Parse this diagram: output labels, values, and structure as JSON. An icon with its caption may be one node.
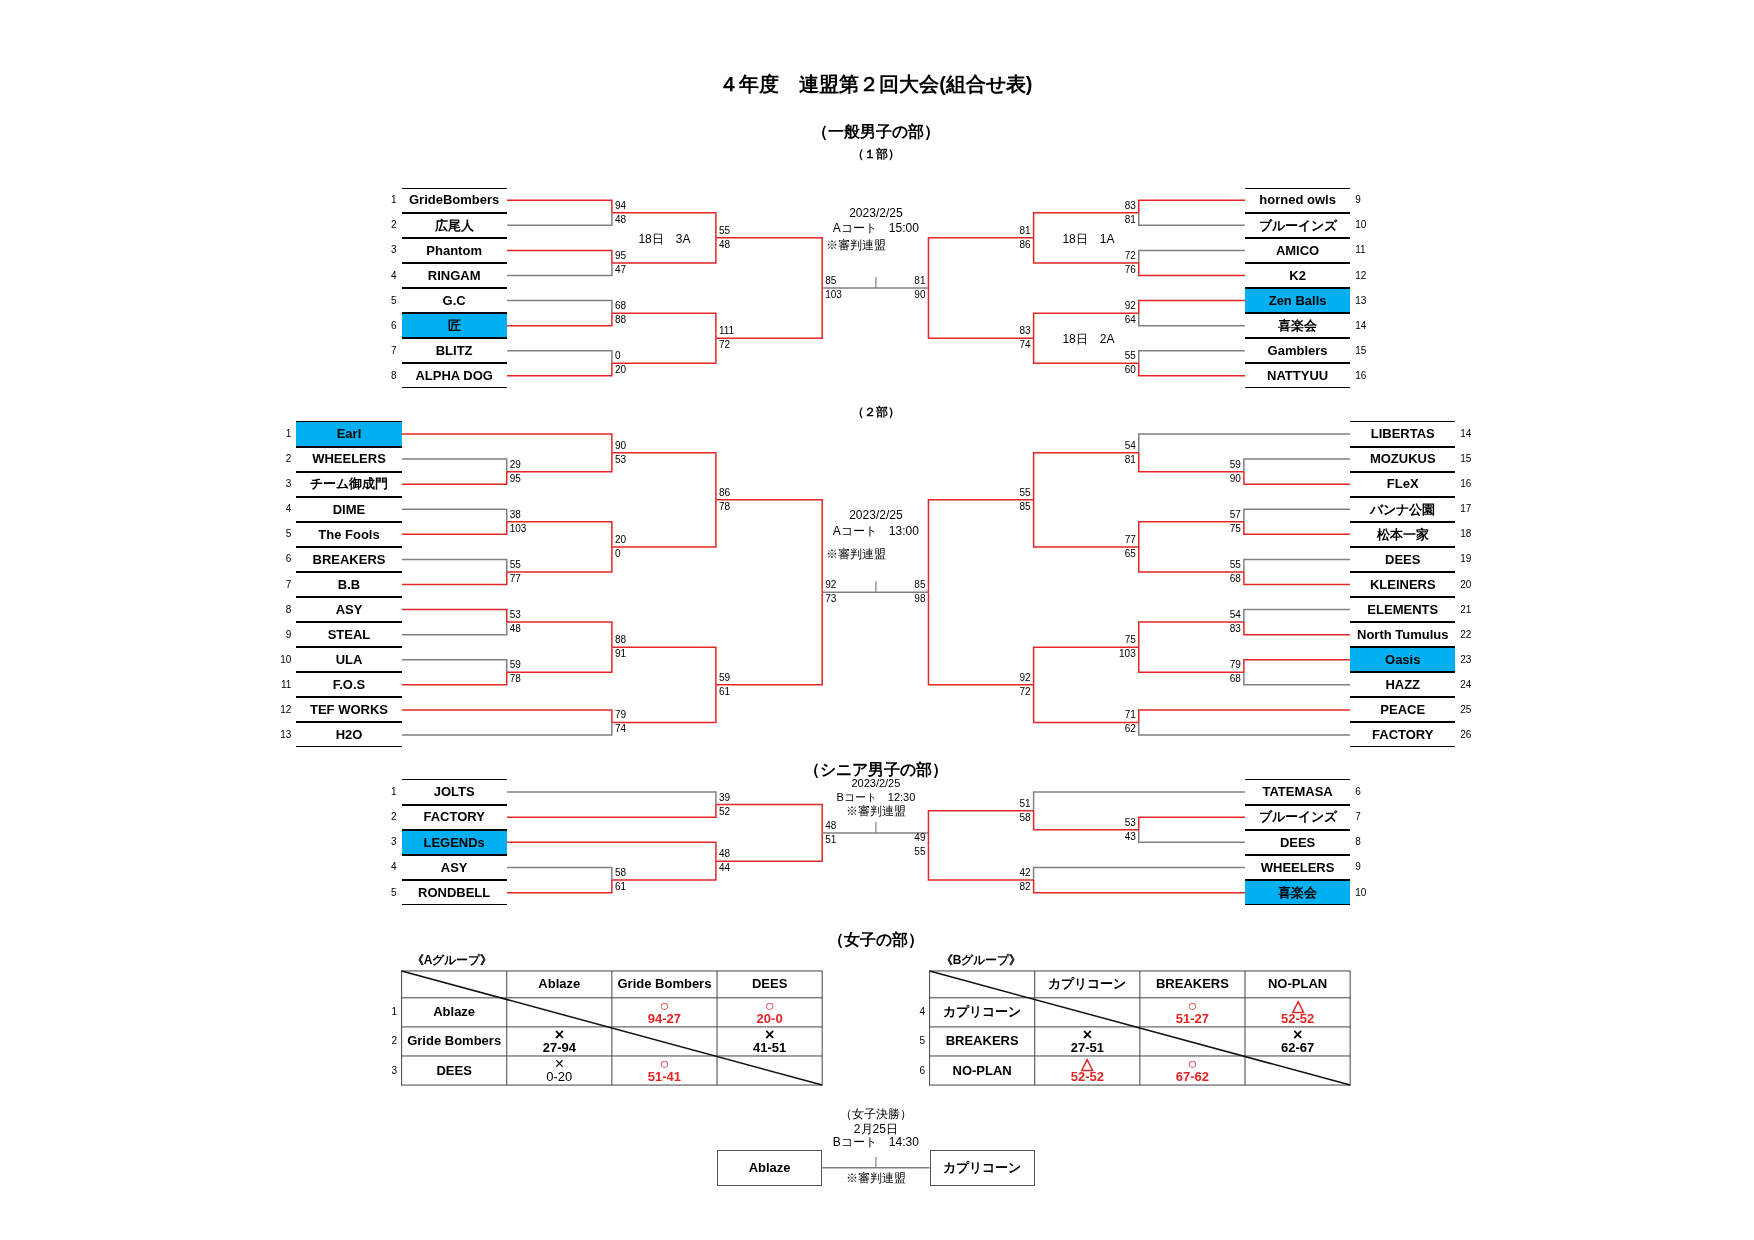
{
  "diagram": {
    "title": "４年度　連盟第２回大会(組合せ表)",
    "nodes": [
      {
        "text": [
          "GrideBombers"
        ],
        "beside": [
          "1"
        ]
      },
      {
        "text": [
          "広尾人"
        ],
        "beside": [
          "2"
        ]
      },
      {
        "text": [
          "Phantom"
        ],
        "beside": [
          "3"
        ]
      },
      {
        "text": [
          "RINGAM"
        ],
        "beside": [
          "4"
        ]
      },
      {
        "text": [
          "G.C"
        ],
        "beside": [
          "5"
        ]
      },
      {
        "text": [
          "匠"
        ],
        "beside": [
          "6"
        ]
      },
      {
        "text": [
          "BLITZ"
        ],
        "beside": [
          "7"
        ]
      },
      {
        "text": [
          "ALPHA DOG"
        ],
        "beside": [
          "8"
        ]
      },
      {
        "text": [
          "horned owls"
        ],
        "beside": [
          "9"
        ]
      },
      {
        "text": [
          "ブルーインズ"
        ],
        "beside": [
          "10"
        ]
      },
      {
        "text": [
          "AMICO"
        ],
        "beside": [
          "11"
        ]
      },
      {
        "text": [
          "K2"
        ],
        "beside": [
          "12"
        ]
      },
      {
        "text": [
          "Zen Balls"
        ],
        "beside": [
          "13"
        ]
      },
      {
        "text": [
          "喜楽会"
        ],
        "beside": [
          "14"
        ]
      },
      {
        "text": [
          "Gamblers"
        ],
        "beside": [
          "15"
        ]
      },
      {
        "text": [
          "NATTYUU"
        ],
        "beside": [
          "16"
        ]
      },
      {
        "text": [
          "94",
          "48"
        ]
      },
      {
        "text": [
          "95",
          "47"
        ]
      },
      {
        "text": [
          "68",
          "88"
        ]
      },
      {
        "text": [
          "0",
          "20"
        ]
      },
      {
        "text": [
          "55",
          "48"
        ]
      },
      {
        "text": [
          "111",
          "72"
        ]
      },
      {
        "text": [
          "85",
          "103"
        ]
      },
      {
        "text": [
          "83",
          "81"
        ]
      },
      {
        "text": [
          "72",
          "76"
        ]
      },
      {
        "text": [
          "92",
          "64"
        ]
      },
      {
        "text": [
          "55",
          "60"
        ]
      },
      {
        "text": [
          "81",
          "86"
        ]
      },
      {
        "text": [
          "83",
          "74"
        ]
      },
      {
        "text": [
          "81",
          "90"
        ]
      },
      {
        "text": [
          "Earl"
        ],
        "beside": [
          "1"
        ]
      },
      {
        "text": [
          "WHEELERS"
        ],
        "beside": [
          "2"
        ]
      },
      {
        "text": [
          "チーム御成門"
        ],
        "beside": [
          "3"
        ]
      },
      {
        "text": [
          "DIME"
        ],
        "beside": [
          "4"
        ]
      },
      {
        "text": [
          "The Fools"
        ],
        "beside": [
          "5"
        ]
      },
      {
        "text": [
          "BREAKERS"
        ],
        "beside": [
          "6"
        ]
      },
      {
        "text": [
          "B.B"
        ],
        "beside": [
          "7"
        ]
      },
      {
        "text": [
          "ASY"
        ],
        "beside": [
          "8"
        ]
      },
      {
        "text": [
          "STEAL"
        ],
        "beside": [
          "9"
        ]
      },
      {
        "text": [
          "ULA"
        ],
        "beside": [
          "10"
        ]
      },
      {
        "text": [
          "F.O.S"
        ],
        "beside": [
          "11"
        ]
      },
      {
        "text": [
          "TEF WORKS"
        ],
        "beside": [
          "12"
        ]
      },
      {
        "text": [
          "H2O"
        ],
        "beside": [
          "13"
        ]
      },
      {
        "text": [
          "LIBERTAS"
        ],
        "beside": [
          "14"
        ]
      },
      {
        "text": [
          "MOZUKUS"
        ],
        "beside": [
          "15"
        ]
      },
      {
        "text": [
          "FLeX"
        ],
        "beside": [
          "16"
        ]
      },
      {
        "text": [
          "バンナ公園"
        ],
        "beside": [
          "17"
        ]
      },
      {
        "text": [
          "松本一家"
        ],
        "beside": [
          "18"
        ]
      },
      {
        "text": [
          "DEES"
        ],
        "beside": [
          "19"
        ]
      },
      {
        "text": [
          "KLEINERS"
        ],
        "beside": [
          "20"
        ]
      },
      {
        "text": [
          "ELEMENTS"
        ],
        "beside": [
          "21"
        ]
      },
      {
        "text": [
          "North Tumulus"
        ],
        "beside": [
          "22"
        ]
      },
      {
        "text": [
          "Oasis"
        ],
        "beside": [
          "23"
        ]
      },
      {
        "text": [
          "HAZZ"
        ],
        "beside": [
          "24"
        ]
      },
      {
        "text": [
          "PEACE"
        ],
        "beside": [
          "25"
        ]
      },
      {
        "text": [
          "FACTORY"
        ],
        "beside": [
          "26"
        ]
      },
      {
        "text": [
          "29",
          "95"
        ]
      },
      {
        "text": [
          "38",
          "103"
        ]
      },
      {
        "text": [
          "55",
          "77"
        ]
      },
      {
        "text": [
          "53",
          "48"
        ]
      },
      {
        "text": [
          "59",
          "78"
        ]
      },
      {
        "text": [
          "90",
          "53"
        ]
      },
      {
        "text": [
          "20",
          "0"
        ]
      },
      {
        "text": [
          "88",
          "91"
        ]
      },
      {
        "text": [
          "79",
          "74"
        ]
      },
      {
        "text": [
          "86",
          "78"
        ]
      },
      {
        "text": [
          "59",
          "61"
        ]
      },
      {
        "text": [
          "92",
          "73"
        ]
      },
      {
        "text": [
          "59",
          "90"
        ]
      },
      {
        "text": [
          "57",
          "75"
        ]
      },
      {
        "text": [
          "55",
          "68"
        ]
      },
      {
        "text": [
          "54",
          "83"
        ]
      },
      {
        "text": [
          "79",
          "68"
        ]
      },
      {
        "text": [
          "54",
          "81"
        ]
      },
      {
        "text": [
          "77",
          "65"
        ]
      },
      {
        "text": [
          "75",
          "103"
        ]
      },
      {
        "text": [
          "71",
          "62"
        ]
      },
      {
        "text": [
          "55",
          "85"
        ]
      },
      {
        "text": [
          "92",
          "72"
        ]
      },
      {
        "text": [
          "85",
          "98"
        ]
      },
      {
        "text": [
          "JOLTS"
        ],
        "beside": [
          "1"
        ]
      },
      {
        "text": [
          "FACTORY"
        ],
        "beside": [
          "2"
        ]
      },
      {
        "text": [
          "LEGENDs"
        ],
        "beside": [
          "3"
        ]
      },
      {
        "text": [
          "ASY"
        ],
        "beside": [
          "4"
        ]
      },
      {
        "text": [
          "RONDBELL"
        ],
        "beside": [
          "5"
        ]
      },
      {
        "text": [
          "TATEMASA"
        ],
        "beside": [
          "6"
        ]
      },
      {
        "text": [
          "ブルーインズ"
        ],
        "beside": [
          "7"
        ]
      },
      {
        "text": [
          "DEES"
        ],
        "beside": [
          "8"
        ]
      },
      {
        "text": [
          "WHEELERS"
        ],
        "beside": [
          "9"
        ]
      },
      {
        "text": [
          "喜楽会"
        ],
        "beside": [
          "10"
        ]
      },
      {
        "text": [
          "58",
          "61"
        ]
      },
      {
        "text": [
          "39",
          "52"
        ]
      },
      {
        "text": [
          "48",
          "44"
        ]
      },
      {
        "text": [
          "48",
          "51"
        ]
      },
      {
        "text": [
          "53",
          "43"
        ]
      },
      {
        "text": [
          "51",
          "58"
        ]
      },
      {
        "text": [
          "42",
          "82"
        ]
      },
      {
        "text": [
          "49",
          "55"
        ]
      },
      {
        "text": [
          "Ablaze"
        ]
      },
      {
        "text": [
          "カプリコーン"
        ]
      }
    ],
    "edges": [
      {
        "from": 0,
        "to": 16,
        "arrow": "none"
      },
      {
        "from": 1,
        "to": 16,
        "arrow": "none",
        "color": "#808080"
      },
      {
        "from": 2,
        "to": 17,
        "arrow": "none"
      },
      {
        "from": 3,
        "to": 17,
        "arrow": "none",
        "color": "#808080"
      },
      {
        "from": 4,
        "to": 18,
        "arrow": "none",
        "color": "#808080"
      },
      {
        "from": 5,
        "to": 18,
        "arrow": "none"
      },
      {
        "from": 6,
        "to": 19,
        "arrow": "none",
        "color": "#808080"
      },
      {
        "from": 7,
        "to": 19,
        "arrow": "none"
      },
      {
        "from": 16,
        "to": 20,
        "arrow": "none"
      },
      {
        "from": 17,
        "to": 20,
        "arrow": "none"
      },
      {
        "from": 18,
        "to": 21,
        "arrow": "none"
      },
      {
        "from": 19,
        "to": 21,
        "arrow": "none"
      },
      {
        "from": 20,
        "to": 22,
        "arrow": "none"
      },
      {
        "from": 21,
        "to": 22,
        "arrow": "none"
      },
      {
        "from": 8,
        "to": 23,
        "arrow": "none"
      },
      {
        "from": 9,
        "to": 23,
        "arrow": "none",
        "color": "#808080"
      },
      {
        "from": 10,
        "to": 24,
        "arrow": "none",
        "color": "#808080"
      },
      {
        "from": 11,
        "to": 24,
        "arrow": "none"
      },
      {
        "from": 12,
        "to": 25,
        "arrow": "none"
      },
      {
        "from": 13,
        "to": 25,
        "arrow": "none",
        "color": "#808080"
      },
      {
        "from": 14,
        "to": 26,
        "arrow": "none",
        "color": "#808080"
      },
      {
        "from": 15,
        "to": 26,
        "arrow": "none"
      },
      {
        "from": 23,
        "to": 27,
        "arrow": "none"
      },
      {
        "from": 24,
        "to": 27,
        "arrow": "none"
      },
      {
        "from": 25,
        "to": 28,
        "arrow": "none"
      },
      {
        "from": 26,
        "to": 28,
        "arrow": "none"
      },
      {
        "from": 27,
        "to": 29,
        "arrow": "none"
      },
      {
        "from": 28,
        "to": 29,
        "arrow": "none"
      },
      {
        "from": 22,
        "to": 29,
        "arrow": "none",
        "color": "#808080"
      },
      {
        "from": 31,
        "to": 56,
        "arrow": "none",
        "color": "#808080"
      },
      {
        "from": 32,
        "to": 56,
        "arrow": "none"
      },
      {
        "from": 33,
        "to": 57,
        "arrow": "none",
        "color": "#808080"
      },
      {
        "from": 34,
        "to": 57,
        "arrow": "none"
      },
      {
        "from": 35,
        "to": 58,
        "arrow": "none",
        "color": "#808080"
      },
      {
        "from": 36,
        "to": 58,
        "arrow": "none"
      },
      {
        "from": 37,
        "to": 59,
        "arrow": "none"
      },
      {
        "from": 38,
        "to": 59,
        "arrow": "none",
        "color": "#808080"
      },
      {
        "from": 39,
        "to": 60,
        "arrow": "none",
        "color": "#808080"
      },
      {
        "from": 40,
        "to": 60,
        "arrow": "none"
      },
      {
        "from": 30,
        "to": 61,
        "arrow": "none"
      },
      {
        "from": 56,
        "to": 61,
        "arrow": "none"
      },
      {
        "from": 57,
        "to": 62,
        "arrow": "none"
      },
      {
        "from": 58,
        "to": 62,
        "arrow": "none"
      },
      {
        "from": 59,
        "to": 63,
        "arrow": "none"
      },
      {
        "from": 60,
        "to": 63,
        "arrow": "none"
      },
      {
        "from": 41,
        "to": 64,
        "arrow": "none"
      },
      {
        "from": 42,
        "to": 64,
        "arrow": "none",
        "color": "#808080"
      },
      {
        "from": 61,
        "to": 65,
        "arrow": "none"
      },
      {
        "from": 62,
        "to": 65,
        "arrow": "none"
      },
      {
        "from": 63,
        "to": 66,
        "arrow": "none"
      },
      {
        "from": 64,
        "to": 66,
        "arrow": "none"
      },
      {
        "from": 65,
        "to": 67,
        "arrow": "none"
      },
      {
        "from": 66,
        "to": 67,
        "arrow": "none"
      },
      {
        "from": 44,
        "to": 68,
        "arrow": "none",
        "color": "#808080"
      },
      {
        "from": 45,
        "to": 68,
        "arrow": "none"
      },
      {
        "from": 46,
        "to": 69,
        "arrow": "none",
        "color": "#808080"
      },
      {
        "from": 47,
        "to": 69,
        "arrow": "none"
      },
      {
        "from": 48,
        "to": 70,
        "arrow": "none",
        "color": "#808080"
      },
      {
        "from": 49,
        "to": 70,
        "arrow": "none"
      },
      {
        "from": 50,
        "to": 71,
        "arrow": "none",
        "color": "#808080"
      },
      {
        "from": 51,
        "to": 71,
        "arrow": "none"
      },
      {
        "from": 52,
        "to": 72,
        "arrow": "none"
      },
      {
        "from": 53,
        "to": 72,
        "arrow": "none",
        "color": "#808080"
      },
      {
        "from": 43,
        "to": 73,
        "arrow": "none",
        "color": "#808080"
      },
      {
        "from": 68,
        "to": 73,
        "arrow": "none"
      },
      {
        "from": 69,
        "to": 74,
        "arrow": "none"
      },
      {
        "from": 70,
        "to": 74,
        "arrow": "none"
      },
      {
        "from": 71,
        "to": 75,
        "arrow": "none"
      },
      {
        "from": 72,
        "to": 75,
        "arrow": "none"
      },
      {
        "from": 54,
        "to": 76,
        "arrow": "none"
      },
      {
        "from": 55,
        "to": 76,
        "arrow": "none",
        "color": "#808080"
      },
      {
        "from": 73,
        "to": 77,
        "arrow": "none"
      },
      {
        "from": 74,
        "to": 77,
        "arrow": "none"
      },
      {
        "from": 75,
        "to": 78,
        "arrow": "none"
      },
      {
        "from": 76,
        "to": 78,
        "arrow": "none"
      },
      {
        "from": 77,
        "to": 79,
        "arrow": "none"
      },
      {
        "from": 78,
        "to": 79,
        "arrow": "none"
      },
      {
        "from": 67,
        "to": 79,
        "arrow": "none",
        "color": "#808080"
      },
      {
        "from": 83,
        "to": 90,
        "arrow": "none",
        "color": "#808080"
      },
      {
        "from": 84,
        "to": 90,
        "arrow": "none"
      },
      {
        "from": 80,
        "to": 91,
        "arrow": "none",
        "color": "#808080"
      },
      {
        "from": 81,
        "to": 91,
        "arrow": "none"
      },
      {
        "from": 82,
        "to": 92,
        "arrow": "none"
      },
      {
        "from": 90,
        "to": 92,
        "arrow": "none"
      },
      {
        "from": 91,
        "to": 93,
        "arrow": "none"
      },
      {
        "from": 92,
        "to": 93,
        "arrow": "none"
      },
      {
        "from": 86,
        "to": 94,
        "arrow": "none"
      },
      {
        "from": 87,
        "to": 94,
        "arrow": "none",
        "color": "#808080"
      },
      {
        "from": 85,
        "to": 95,
        "arrow": "none",
        "color": "#808080"
      },
      {
        "from": 94,
        "to": 95,
        "arrow": "none"
      },
      {
        "from": 88,
        "to": 96,
        "arrow": "none",
        "color": "#808080"
      },
      {
        "from": 89,
        "to": 96,
        "arrow": "none"
      },
      {
        "from": 95,
        "to": 97,
        "arrow": "none"
      },
      {
        "from": 96,
        "to": 97,
        "arrow": "none"
      },
      {
        "from": 93,
        "to": 97,
        "arrow": "none",
        "color": "#808080"
      },
      {
        "from": 98,
        "to": 99,
        "arrow": "none",
        "color": "#808080"
      }
    ],
    "labels": [
      "（一般男子の部）",
      "（１部）",
      "2023/2/25",
      "Aコート　15:00",
      "※審判連盟",
      "18日　3A",
      "18日　1A",
      "18日　2A",
      "（２部）",
      "2023/2/25",
      "Aコート　13:00",
      "※審判連盟",
      "（シニア男子の部）",
      "2023/2/25",
      "Bコート　12:30",
      "※審判連盟",
      "（女子の部）",
      "《Aグループ》",
      "Ablaze",
      "Gride Bombers",
      "DEES",
      "1",
      "Ablaze",
      "○",
      "94-27",
      "○",
      "20-0",
      "2",
      "Gride Bombers",
      "×",
      "27-94",
      "×",
      "41-51",
      "3",
      "DEES",
      "×",
      "0-20",
      "○",
      "51-41",
      "《Bグループ》",
      "カプリコーン",
      "BREAKERS",
      "NO-PLAN",
      "4",
      "カプリコーン",
      "○",
      "51-27",
      "△",
      "52-52",
      "5",
      "BREAKERS",
      "×",
      "27-51",
      "×",
      "62-67",
      "6",
      "NO-PLAN",
      "△",
      "52-52",
      "○",
      "67-62",
      "（女子決勝）",
      "2月25日",
      "Bコート　14:30",
      "※審判連盟"
    ]
  }
}
